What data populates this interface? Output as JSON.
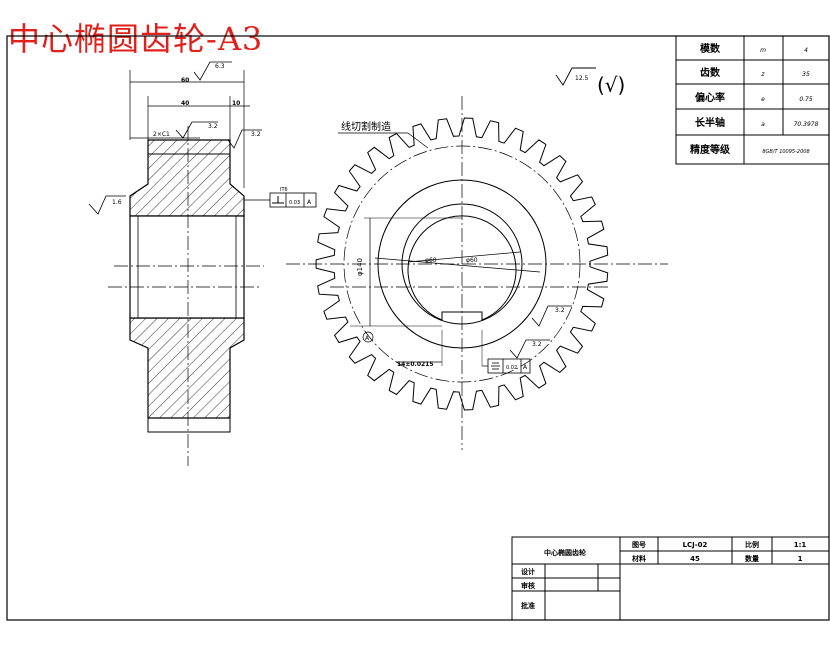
{
  "title": "中心椭圆齿轮-A3",
  "params": [
    {
      "label": "模数",
      "sym": "m",
      "val": "4"
    },
    {
      "label": "齿数",
      "sym": "z",
      "val": "35"
    },
    {
      "label": "偏心率",
      "sym": "e",
      "val": "0.75"
    },
    {
      "label": "长半轴",
      "sym": "a",
      "val": "70.3978"
    },
    {
      "label": "精度等级",
      "sym": "",
      "val": "8GB/T 10095-2008"
    }
  ],
  "dims": {
    "w60": "60",
    "w40": "40",
    "w10": "10",
    "chamfer": "2×C1",
    "r63": "6.3",
    "r32a": "3.2",
    "r32b": "3.2",
    "r16": "1.6",
    "r25": "12.5",
    "r32c": "3.2",
    "r32d": "3.2",
    "perp_val": "0.03",
    "perp_ref": "A",
    "sym_val": "0.02",
    "sym_ref": "A",
    "datum": "A",
    "dia_bore1": "φ60",
    "dia_bore2": "φ60",
    "keyway": "14±0.0215",
    "vert_dim": "φ140",
    "label_line": "线切割制造",
    "mark": "(√)",
    "tol_ref": "IT6"
  },
  "titleblock": {
    "part_name": "中心椭圆齿轮",
    "fig_no_label": "图号",
    "fig_no": "LCJ-02",
    "scale_label": "比例",
    "scale": "1:1",
    "material_label": "材料",
    "material": "45",
    "qty_label": "数量",
    "qty": "1",
    "design": "设计",
    "review": "审核",
    "approve": "批准"
  }
}
